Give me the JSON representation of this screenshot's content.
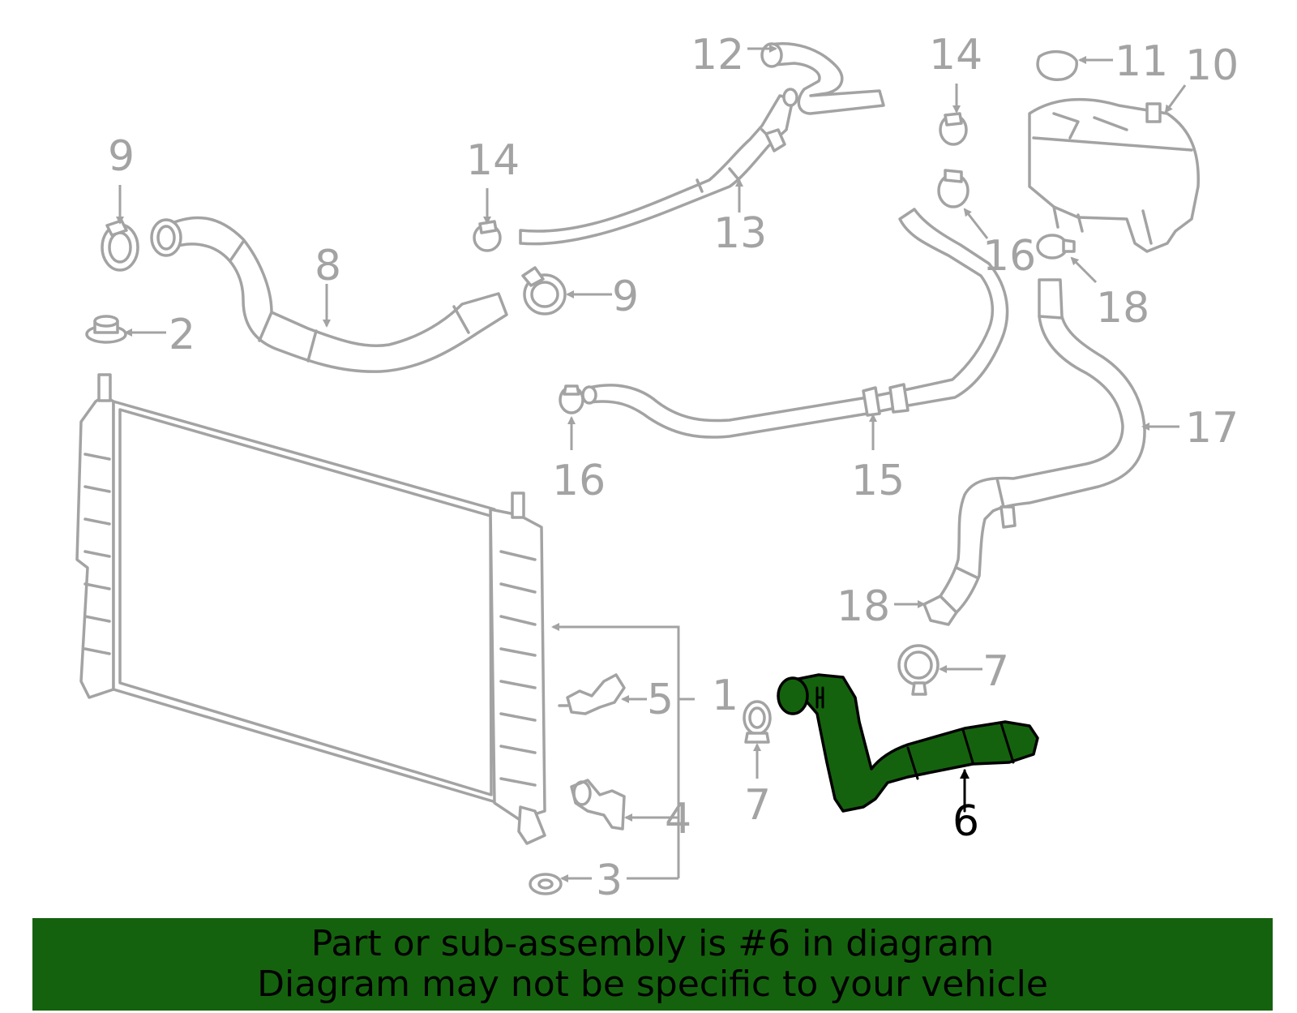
{
  "highlight_color": "#15620e",
  "part_color": "#a3a3a3",
  "selected_part": "6",
  "callouts": {
    "c12": "12",
    "c14a": "14",
    "c14b": "14",
    "c11": "11",
    "c10": "10",
    "c9a": "9",
    "c9b": "9",
    "c8": "8",
    "c13": "13",
    "c16a": "16",
    "c16b": "16",
    "c18a": "18",
    "c18b": "18",
    "c2": "2",
    "c17": "17",
    "c15": "15",
    "c7a": "7",
    "c7b": "7",
    "c5": "5",
    "c1": "1",
    "c6": "6",
    "c4": "4",
    "c3": "3"
  },
  "banner": {
    "line1": "Part or sub-assembly is #6 in diagram",
    "line2": "Diagram may not be specific to your vehicle"
  }
}
